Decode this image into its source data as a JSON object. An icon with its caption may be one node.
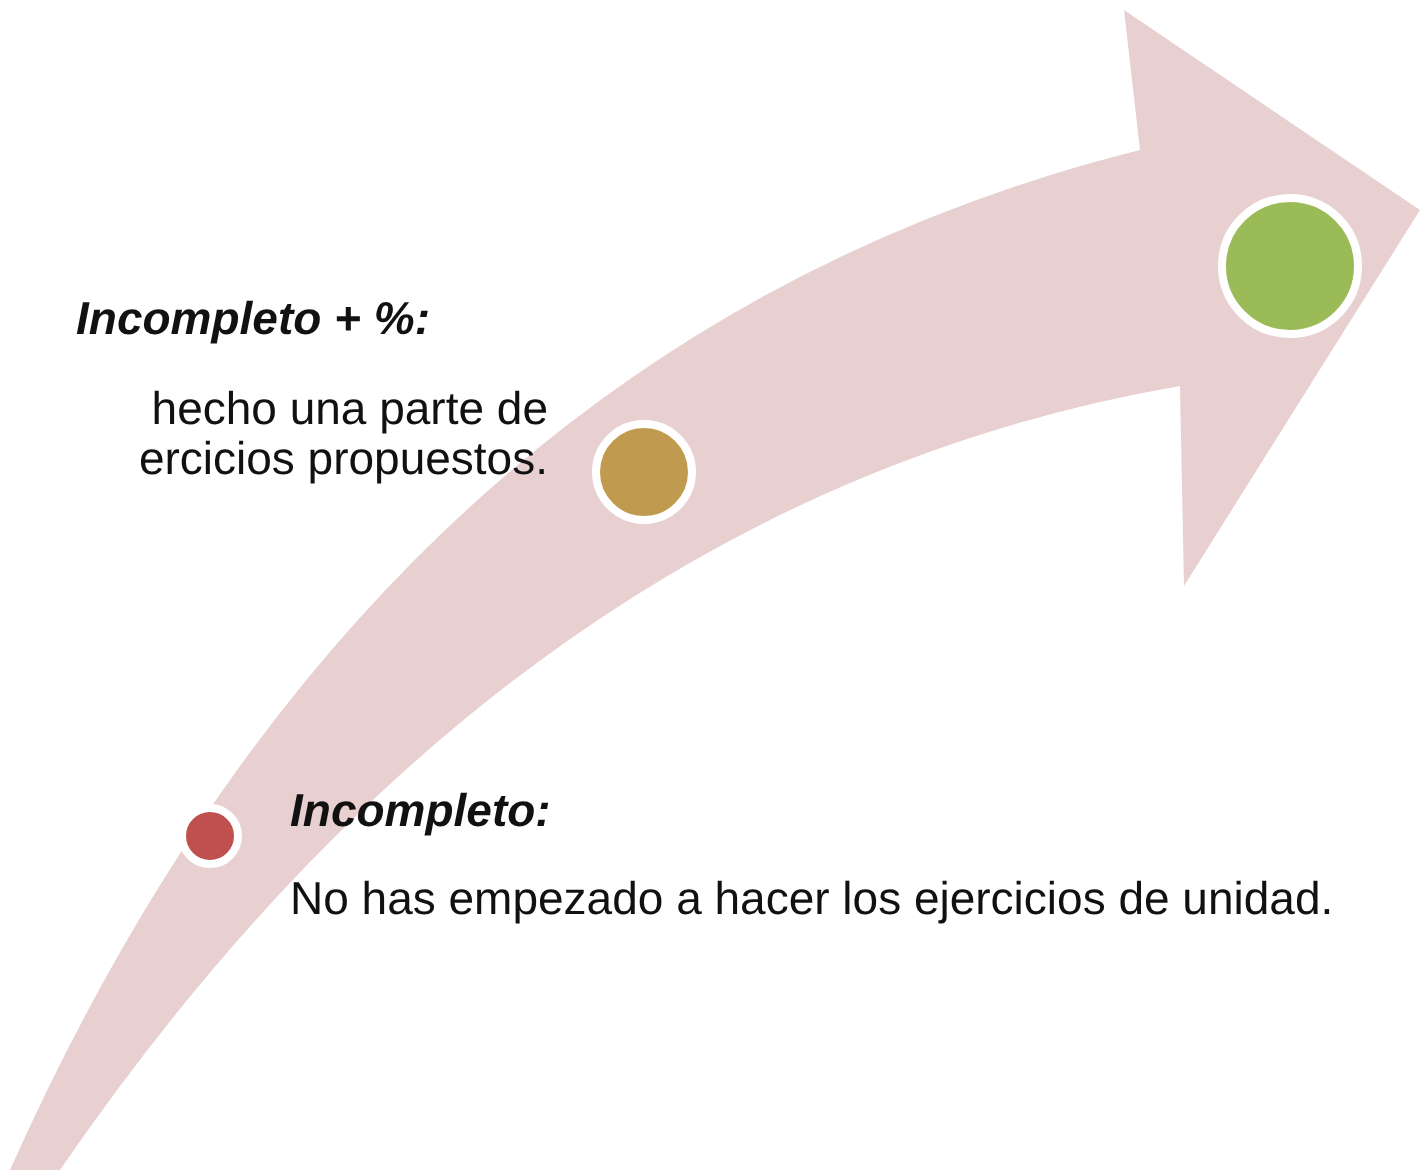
{
  "diagram": {
    "nodes": [
      {
        "text": [],
        "shape": "circle",
        "beside": [
          "Incompleto:",
          "No has empezado a hacer los ejercicios de unidad."
        ]
      },
      {
        "text": [],
        "shape": "circle",
        "beside": [
          "Incompleto + %:",
          "hecho una parte de ercicios propuestos."
        ]
      },
      {
        "text": [],
        "shape": "circle"
      }
    ]
  }
}
